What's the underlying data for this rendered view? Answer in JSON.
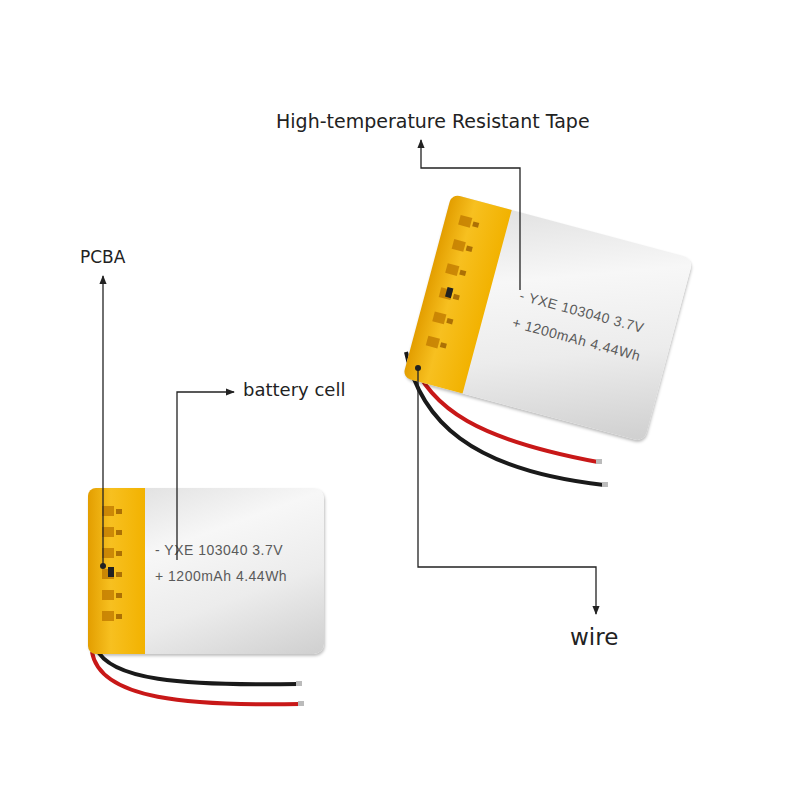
{
  "diagram": {
    "nodes": [
      {
        "text": [
          "- YXE 103040 3.7V",
          "+ 1200mAh 4.44Wh"
        ]
      },
      {
        "text": [
          "- YXE 103040 3.7V",
          "+ 1200mAh 4.44Wh"
        ]
      }
    ],
    "labels": [
      "High-temperature Resistant Tape",
      "PCBA",
      "battery cell",
      "wire"
    ]
  }
}
